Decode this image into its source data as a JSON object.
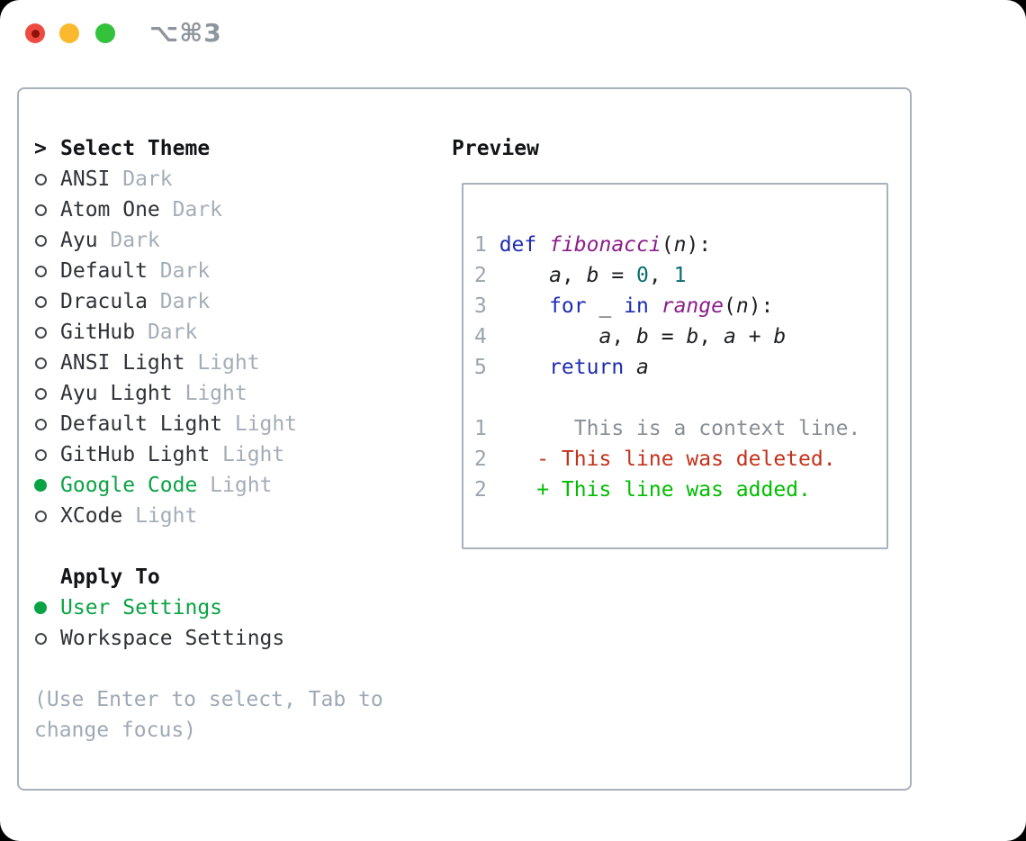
{
  "titlebar": {
    "hotkey": "⌥⌘3",
    "traffic_lights": [
      {
        "name": "close-button",
        "color": "#ee4b40",
        "dot": true
      },
      {
        "name": "minimize-button",
        "color": "#fbb92d",
        "dot": false
      },
      {
        "name": "zoom-button",
        "color": "#34c13c",
        "dot": false
      }
    ]
  },
  "theme_panel": {
    "prompt": ">",
    "title": "Select Theme",
    "items": [
      {
        "name": "ANSI",
        "variant": "Dark",
        "selected": false
      },
      {
        "name": "Atom One",
        "variant": "Dark",
        "selected": false
      },
      {
        "name": "Ayu",
        "variant": "Dark",
        "selected": false
      },
      {
        "name": "Default",
        "variant": "Dark",
        "selected": false
      },
      {
        "name": "Dracula",
        "variant": "Dark",
        "selected": false
      },
      {
        "name": "GitHub",
        "variant": "Dark",
        "selected": false
      },
      {
        "name": "ANSI Light",
        "variant": "Light",
        "selected": false
      },
      {
        "name": "Ayu Light",
        "variant": "Light",
        "selected": false
      },
      {
        "name": "Default Light",
        "variant": "Light",
        "selected": false
      },
      {
        "name": "GitHub Light",
        "variant": "Light",
        "selected": false
      },
      {
        "name": "Google Code",
        "variant": "Light",
        "selected": true
      },
      {
        "name": "XCode",
        "variant": "Light",
        "selected": false
      }
    ],
    "apply_to": {
      "title": "Apply To",
      "items": [
        {
          "label": "User Settings",
          "selected": true
        },
        {
          "label": "Workspace Settings",
          "selected": false
        }
      ]
    },
    "help": [
      "(Use Enter to select, Tab to",
      "change focus)"
    ]
  },
  "preview": {
    "title": "Preview",
    "code_lines": [
      {
        "num": "1",
        "segs": [
          {
            "text": "def",
            "style": "kw"
          },
          {
            "text": " ",
            "style": ""
          },
          {
            "text": "fibonacci",
            "style": "fn"
          },
          {
            "text": "(",
            "style": ""
          },
          {
            "text": "n",
            "style": "var"
          },
          {
            "text": "):",
            "style": ""
          }
        ]
      },
      {
        "num": "2",
        "segs": [
          {
            "text": "    ",
            "style": ""
          },
          {
            "text": "a",
            "style": "var"
          },
          {
            "text": ", ",
            "style": ""
          },
          {
            "text": "b",
            "style": "var"
          },
          {
            "text": " = ",
            "style": ""
          },
          {
            "text": "0",
            "style": "lit"
          },
          {
            "text": ", ",
            "style": ""
          },
          {
            "text": "1",
            "style": "lit"
          }
        ]
      },
      {
        "num": "3",
        "segs": [
          {
            "text": "    ",
            "style": ""
          },
          {
            "text": "for",
            "style": "kw"
          },
          {
            "text": " _ ",
            "style": ""
          },
          {
            "text": "in",
            "style": "kw"
          },
          {
            "text": " ",
            "style": ""
          },
          {
            "text": "range",
            "style": "fn"
          },
          {
            "text": "(",
            "style": ""
          },
          {
            "text": "n",
            "style": "var"
          },
          {
            "text": "):",
            "style": ""
          }
        ]
      },
      {
        "num": "4",
        "segs": [
          {
            "text": "        ",
            "style": ""
          },
          {
            "text": "a",
            "style": "var"
          },
          {
            "text": ", ",
            "style": ""
          },
          {
            "text": "b",
            "style": "var"
          },
          {
            "text": " = ",
            "style": ""
          },
          {
            "text": "b",
            "style": "var"
          },
          {
            "text": ", ",
            "style": ""
          },
          {
            "text": "a",
            "style": "var"
          },
          {
            "text": " + ",
            "style": ""
          },
          {
            "text": "b",
            "style": "var"
          }
        ]
      },
      {
        "num": "5",
        "segs": [
          {
            "text": "    ",
            "style": ""
          },
          {
            "text": "return",
            "style": "kw"
          },
          {
            "text": " ",
            "style": ""
          },
          {
            "text": "a",
            "style": "var"
          }
        ]
      },
      {
        "num": "",
        "segs": []
      },
      {
        "num": "1",
        "segs": [
          {
            "text": "      ",
            "style": ""
          },
          {
            "text": "This is a context line.",
            "style": "ctx"
          }
        ]
      },
      {
        "num": "2",
        "segs": [
          {
            "text": "   ",
            "style": ""
          },
          {
            "text": "- This line was deleted.",
            "style": "del"
          }
        ]
      },
      {
        "num": "2",
        "segs": [
          {
            "text": "   ",
            "style": ""
          },
          {
            "text": "+ This line was added.",
            "style": "add"
          }
        ]
      }
    ]
  },
  "colors": {
    "accent_green": "#0aa344",
    "keyword_blue": "#1f2cb0",
    "function_purple": "#8b1e8c",
    "literal_teal": "#0a6e70",
    "diff_deleted_red": "#c2321b",
    "diff_added_green": "#00bd00",
    "muted_gray": "#a4adb7",
    "border_gray": "#a9b1ba"
  }
}
